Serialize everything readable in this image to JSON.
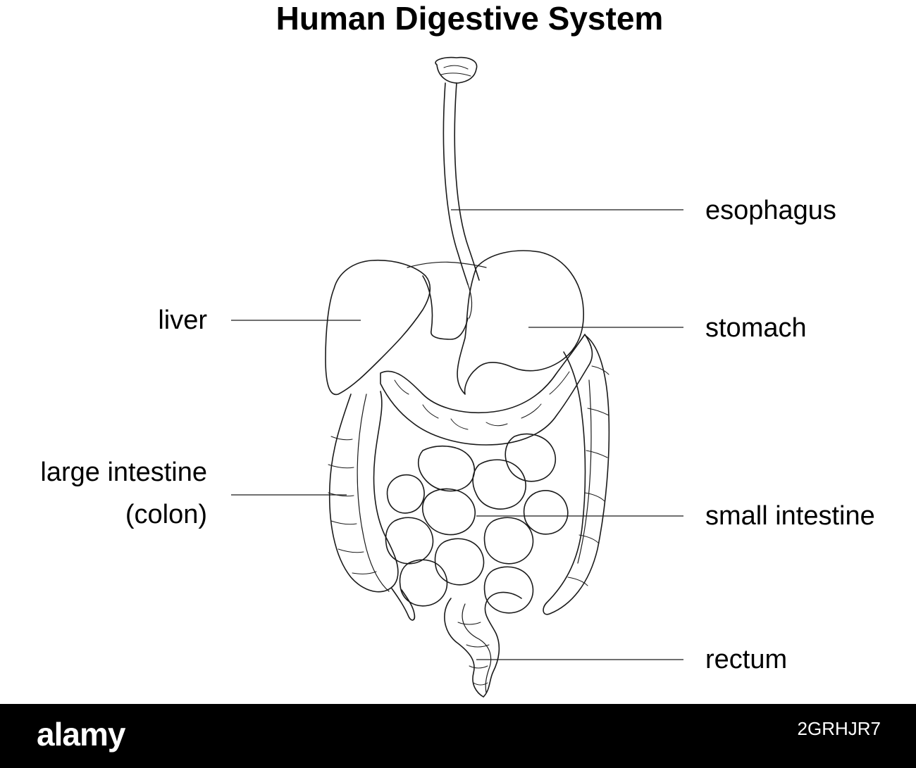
{
  "title": "Human Digestive System",
  "labels": {
    "esophagus": "esophagus",
    "liver": "liver",
    "stomach": "stomach",
    "large_intestine_line1": "large intestine",
    "large_intestine_line2": "(colon)",
    "small_intestine": "small intestine",
    "rectum": "rectum"
  },
  "footer": {
    "brand": "alamy",
    "image_id": "2GRHJR7"
  },
  "colors": {
    "ink": "#000000",
    "background": "#ffffff",
    "footer": "#000000"
  }
}
